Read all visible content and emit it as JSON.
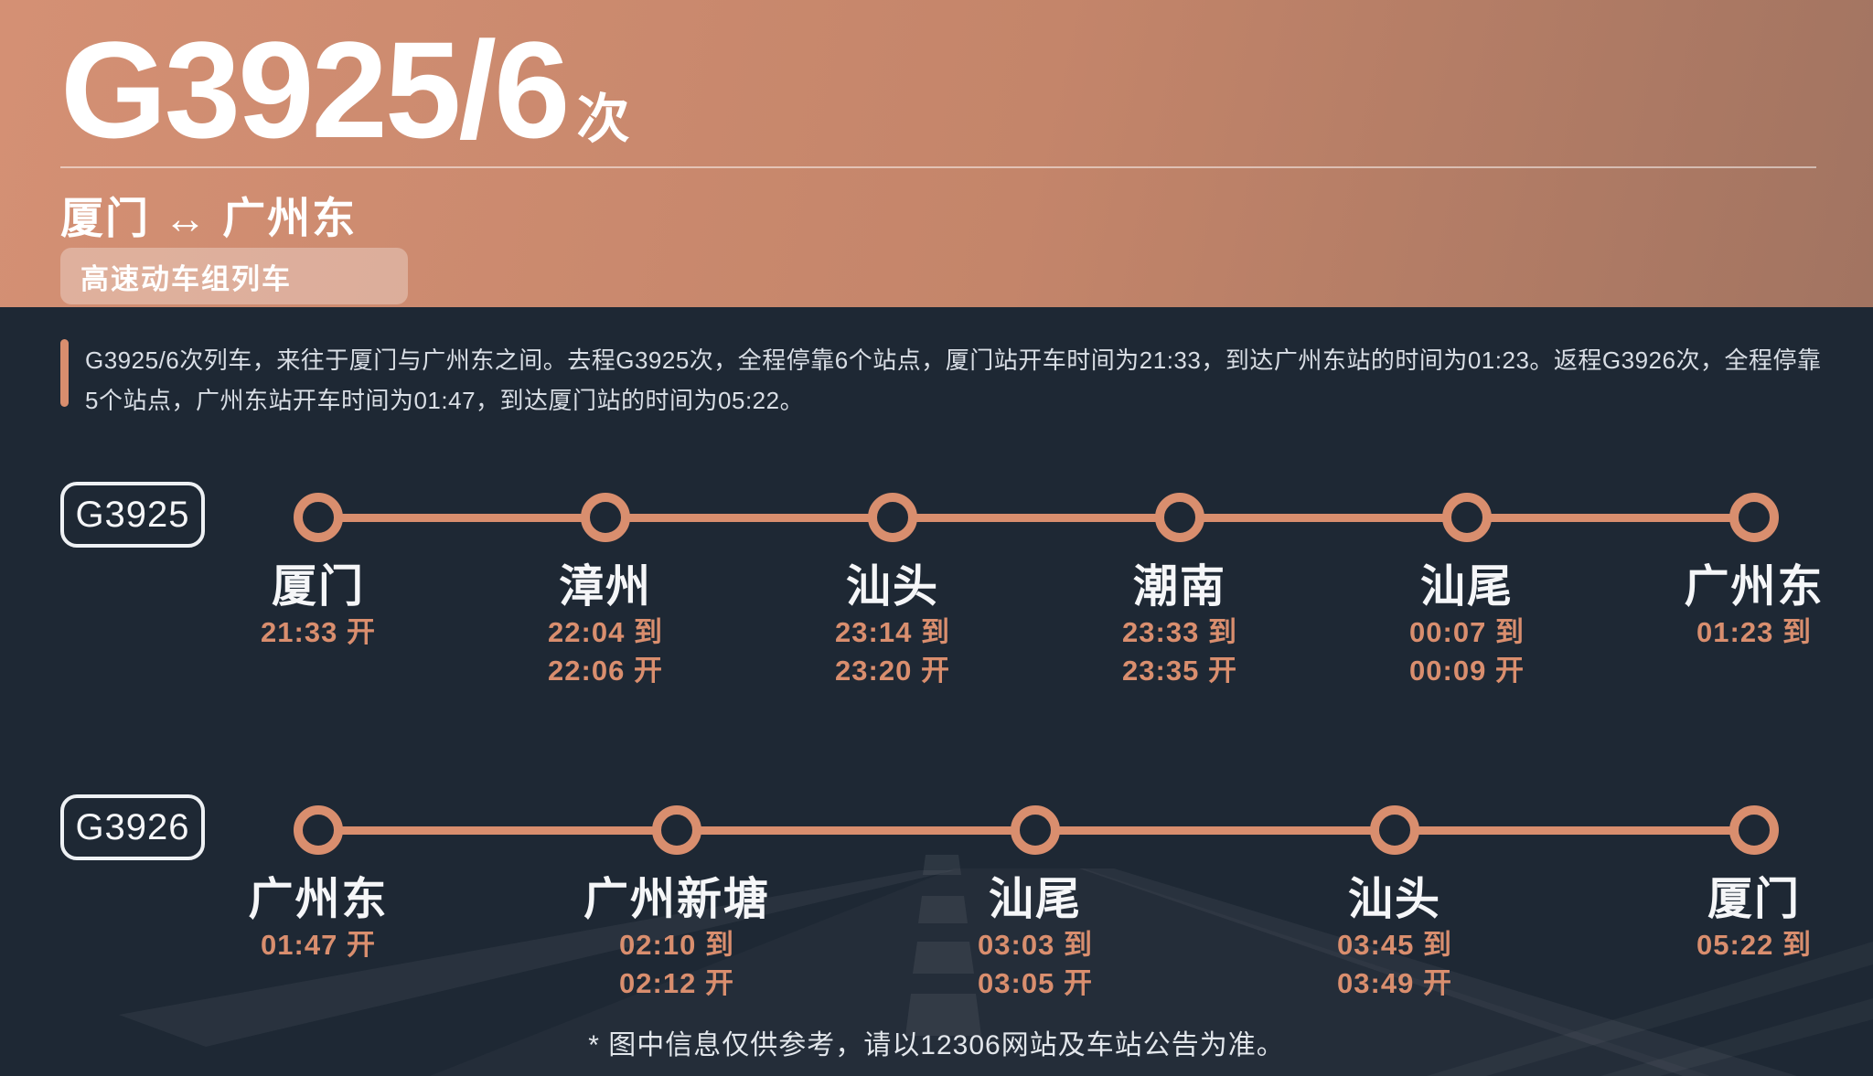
{
  "header": {
    "train_number": "G3925/6",
    "train_number_suffix": "次",
    "route": "厦门 ↔ 广州东",
    "train_type": "高速动车组列车"
  },
  "description": "G3925/6次列车，来往于厦门与广州东之间。去程G3925次，全程停靠6个站点，厦门站开车时间为21:33，到达广州东站的时间为01:23。返程G3926次，全程停靠5个站点，广州东站开车时间为01:47，到达厦门站的时间为05:22。",
  "routes": [
    {
      "train_code": "G3925",
      "stations": [
        {
          "name": "厦门",
          "times": [
            "21:33 开"
          ]
        },
        {
          "name": "漳州",
          "times": [
            "22:04 到",
            "22:06 开"
          ]
        },
        {
          "name": "汕头",
          "times": [
            "23:14 到",
            "23:20 开"
          ]
        },
        {
          "name": "潮南",
          "times": [
            "23:33 到",
            "23:35 开"
          ]
        },
        {
          "name": "汕尾",
          "times": [
            "00:07 到",
            "00:09 开"
          ]
        },
        {
          "name": "广州东",
          "times": [
            "01:23 到"
          ]
        }
      ]
    },
    {
      "train_code": "G3926",
      "stations": [
        {
          "name": "广州东",
          "times": [
            "01:47 开"
          ]
        },
        {
          "name": "广州新塘",
          "times": [
            "02:10 到",
            "02:12 开"
          ]
        },
        {
          "name": "汕尾",
          "times": [
            "03:03 到",
            "03:05 开"
          ]
        },
        {
          "name": "汕头",
          "times": [
            "03:45 到",
            "03:49 开"
          ]
        },
        {
          "name": "厦门",
          "times": [
            "05:22 到"
          ]
        }
      ]
    }
  ],
  "footer": "* 图中信息仅供参考，请以12306网站及车站公告为准。",
  "colors": {
    "accent": "#d98e6e",
    "background": "#1e2834",
    "header_gradient_start": "#d49074",
    "header_gradient_end": "#a27461"
  }
}
